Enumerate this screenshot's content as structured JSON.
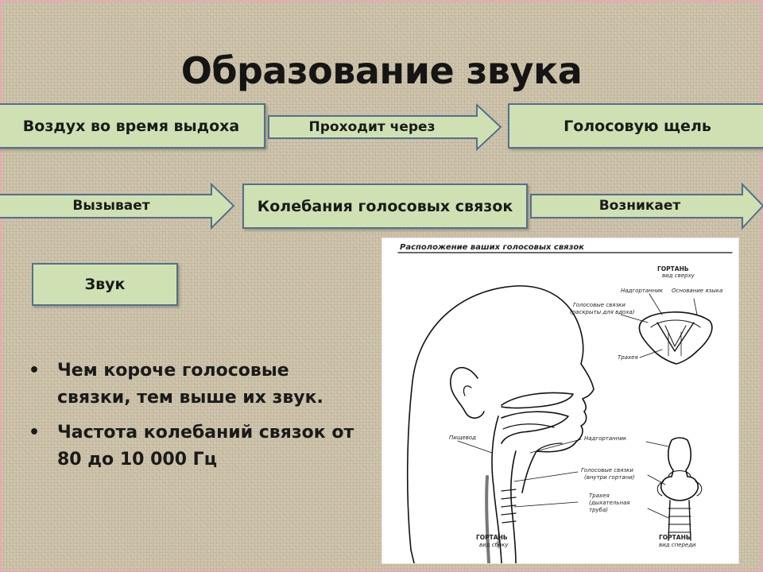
{
  "slide": {
    "title": "Образование звука",
    "flow": {
      "box1": "Воздух во время выдоха",
      "arrow1": "Проходит через",
      "box2": "Голосовую щель",
      "arrow2": "Вызывает",
      "box3": "Колебания голосовых связок",
      "arrow3": "Возникает",
      "box4": "Звук"
    },
    "bullets": [
      "Чем короче голосовые связки, тем выше их звук.",
      "Частота колебаний связок от 80 до 10 000 Гц"
    ],
    "bullet_symbol": "•"
  },
  "figure": {
    "caption": "Расположение ваших голосовых связок",
    "labels": {
      "larynx_top": "ГОРТАНЬ",
      "larynx_top_sub": "вид сверху",
      "epiglottis_1": "Надгортанник",
      "tongue_base": "Основание языка",
      "vocal_cords_1": "Голосовые связки",
      "vocal_cords_1_sub": "(раскрыты для вдоха)",
      "trachea_1": "Трахея",
      "esophagus": "Пищевод",
      "epiglottis_2": "Надгортанник",
      "vocal_cords_2": "Голосовые связки",
      "vocal_cords_2_sub": "(внутри гортани)",
      "trachea_2": "Трахея",
      "trachea_2_sub1": "(дыхательная",
      "trachea_2_sub2": "труба)",
      "larynx_side": "ГОРТАНЬ",
      "larynx_side_sub": "вид сбоку",
      "larynx_front": "ГОРТАНЬ",
      "larynx_front_sub": "вид спереди"
    }
  },
  "colors": {
    "box_fill": "#cfe1b3",
    "box_border": "#53708e",
    "background": "#cdc3aa"
  }
}
